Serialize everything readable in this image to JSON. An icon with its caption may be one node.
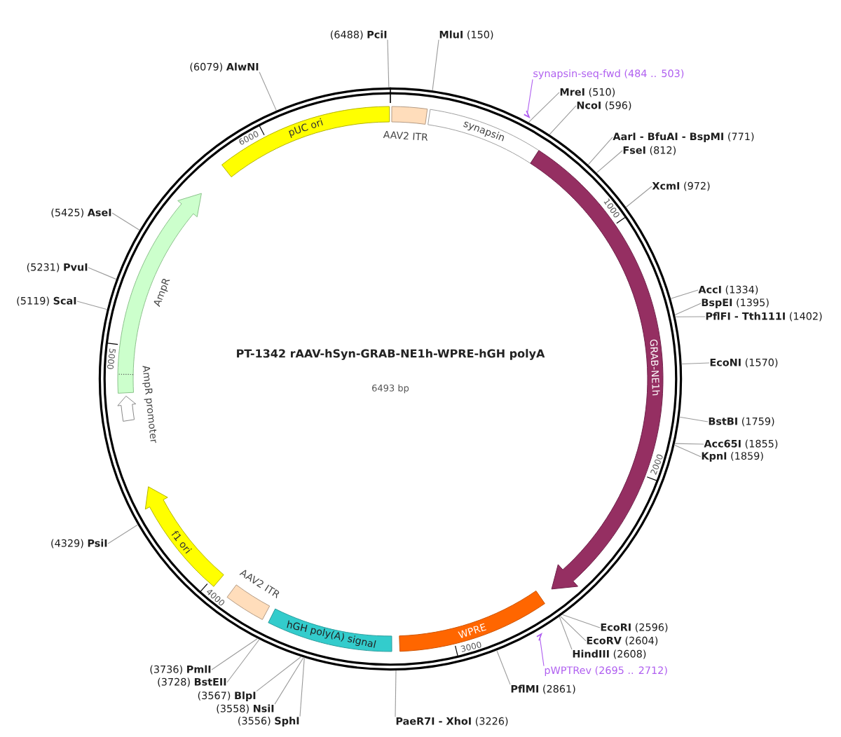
{
  "diagram": {
    "title": "PT-1342 rAAV-hSyn-GRAB-NE1h-WPRE-hGH polyA",
    "nodes": [
      {
        "text": [],
        "shape": "circle"
      },
      {
        "text": [
          "AAV2 ITR"
        ],
        "in": 0
      },
      {
        "text": [
          "synapsin"
        ],
        "in": 0
      },
      {
        "text": [
          "GRAB-NE1h"
        ],
        "in": 0
      },
      {
        "text": [
          "WPRE"
        ],
        "in": 0
      },
      {
        "text": [
          "hGH poly(A) signal"
        ],
        "in": 0
      },
      {
        "text": [
          "AAV2 ITR"
        ],
        "in": 0
      },
      {
        "text": [
          "f1 ori"
        ],
        "in": 0
      },
      {
        "text": [
          "AmpR promoter"
        ],
        "in": 0
      },
      {
        "text": [
          "AmpR"
        ],
        "in": 0
      },
      {
        "text": [
          "pUC ori"
        ],
        "in": 0
      },
      {
        "text": [
          "(6488) **PciI**"
        ]
      },
      {
        "text": [
          "**MluI** (150)"
        ]
      },
      {
        "text": [
          "synapsin-seq-fwd (484 .. 503)"
        ]
      },
      {
        "text": [],
        "shape": "arrow"
      },
      {
        "text": [
          "**MreI** (510)"
        ]
      },
      {
        "text": [
          "**NcoI** (596)"
        ]
      },
      {
        "text": [
          "**AarI - BfuAI - BspMI** (771)"
        ]
      },
      {
        "text": [
          "**FseI** (812)"
        ]
      },
      {
        "text": [
          "**XcmI** (972)"
        ]
      },
      {
        "text": [
          "**AccI** (1334)"
        ]
      },
      {
        "text": [
          "**BspEI** (1395)"
        ]
      },
      {
        "text": [
          "**PflFI - Tth111I** (1402)"
        ]
      },
      {
        "text": [
          "**EcoNI** (1570)"
        ]
      },
      {
        "text": [
          "**BstBI** (1759)"
        ]
      },
      {
        "text": [
          "**Acc65I** (1855)"
        ]
      },
      {
        "text": [
          "**KpnI** (1859)"
        ]
      },
      {
        "text": [
          "**EcoRI** (2596)"
        ]
      },
      {
        "text": [
          "**EcoRV** (2604)"
        ]
      },
      {
        "text": [
          "**HindIII** (2608)"
        ]
      },
      {
        "text": [
          "pWPTRev (2695 .. 2712)"
        ]
      },
      {
        "text": [],
        "shape": "arrow"
      },
      {
        "text": [
          "**PflMI** (2861)"
        ]
      },
      {
        "text": [
          "**PaeR7I - XhoI** (3226)"
        ]
      },
      {
        "text": [
          "(3556) **SphI**"
        ]
      },
      {
        "text": [
          "(3558) **NsiI**"
        ]
      },
      {
        "text": [
          "(3567) **BlpI**"
        ]
      },
      {
        "text": [
          "(3728) **BstEII**"
        ]
      },
      {
        "text": [
          "(3736) **PmlI**"
        ]
      },
      {
        "text": [
          "(4329) **PsiI**"
        ]
      },
      {
        "text": [
          "(5119) **ScaI**"
        ]
      },
      {
        "text": [
          "(5231) **PvuI**"
        ]
      },
      {
        "text": [
          "(5425) **AseI**"
        ]
      },
      {
        "text": [
          "(6079) **AlwNI**"
        ]
      }
    ],
    "edges": [
      {
        "from": 11,
        "to": 0,
        "arrow": "none"
      },
      {
        "from": 12,
        "to": 0,
        "arrow": "none"
      },
      {
        "from": 13,
        "to": 14,
        "arrow": "none",
        "color": "#b060f0"
      },
      {
        "from": 15,
        "to": 0,
        "arrow": "none"
      },
      {
        "from": 16,
        "to": 0,
        "arrow": "none"
      },
      {
        "from": 17,
        "to": 0,
        "arrow": "none"
      },
      {
        "from": 18,
        "to": 0,
        "arrow": "none"
      },
      {
        "from": 19,
        "to": 0,
        "arrow": "none"
      },
      {
        "from": 20,
        "to": 0,
        "arrow": "none"
      },
      {
        "from": 21,
        "to": 0,
        "arrow": "none"
      },
      {
        "from": 22,
        "to": 0,
        "arrow": "none"
      },
      {
        "from": 23,
        "to": 0,
        "arrow": "none"
      },
      {
        "from": 24,
        "to": 0,
        "arrow": "none"
      },
      {
        "from": 25,
        "to": 0,
        "arrow": "none"
      },
      {
        "from": 26,
        "to": 0,
        "arrow": "none"
      },
      {
        "from": 27,
        "to": 0,
        "arrow": "none"
      },
      {
        "from": 28,
        "to": 0,
        "arrow": "none"
      },
      {
        "from": 29,
        "to": 0,
        "arrow": "none"
      },
      {
        "from": 30,
        "to": 31,
        "arrow": "none",
        "color": "#b060f0"
      },
      {
        "from": 32,
        "to": 0,
        "arrow": "none"
      },
      {
        "from": 33,
        "to": 0,
        "arrow": "none"
      },
      {
        "from": 34,
        "to": 0,
        "arrow": "none"
      },
      {
        "from": 35,
        "to": 0,
        "arrow": "none"
      },
      {
        "from": 36,
        "to": 0,
        "arrow": "none"
      },
      {
        "from": 37,
        "to": 0,
        "arrow": "none"
      },
      {
        "from": 38,
        "to": 0,
        "arrow": "none"
      },
      {
        "from": 39,
        "to": 0,
        "arrow": "none"
      },
      {
        "from": 40,
        "to": 0,
        "arrow": "none"
      },
      {
        "from": 41,
        "to": 0,
        "arrow": "none"
      },
      {
        "from": 42,
        "to": 0,
        "arrow": "none"
      },
      {
        "from": 43,
        "to": 0,
        "arrow": "none"
      }
    ],
    "labels": [
      "6493 bp",
      "1000",
      "2000",
      "3000",
      "4000",
      "5000",
      "6000"
    ]
  }
}
